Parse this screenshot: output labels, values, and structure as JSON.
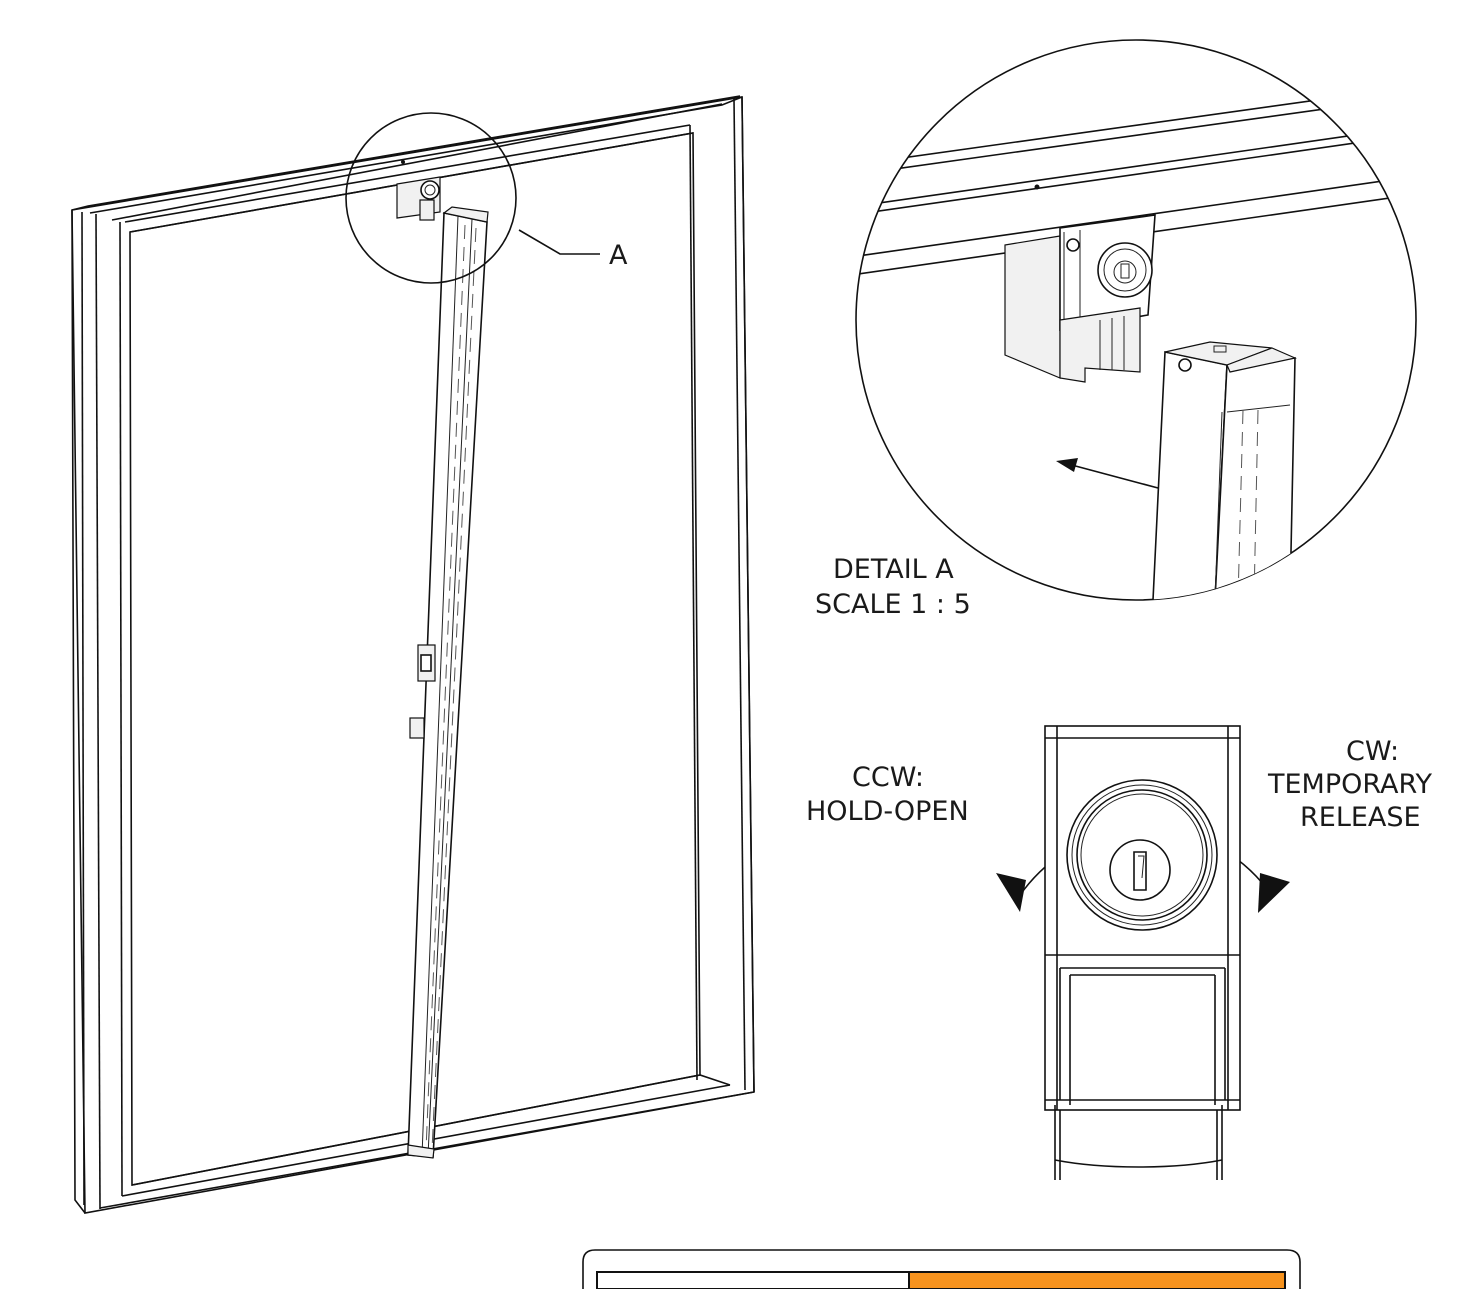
{
  "labels": {
    "callout": "A",
    "detail_title": "DETAIL A",
    "detail_scale": "SCALE 1 : 5",
    "ccw_line1": "CCW:",
    "ccw_line2": "HOLD-OPEN",
    "cw_line1": "CW:",
    "cw_line2": "TEMPORARY",
    "cw_line3": "RELEASE"
  },
  "colors": {
    "line": "#111111",
    "warning_panel": "#f7931e"
  }
}
